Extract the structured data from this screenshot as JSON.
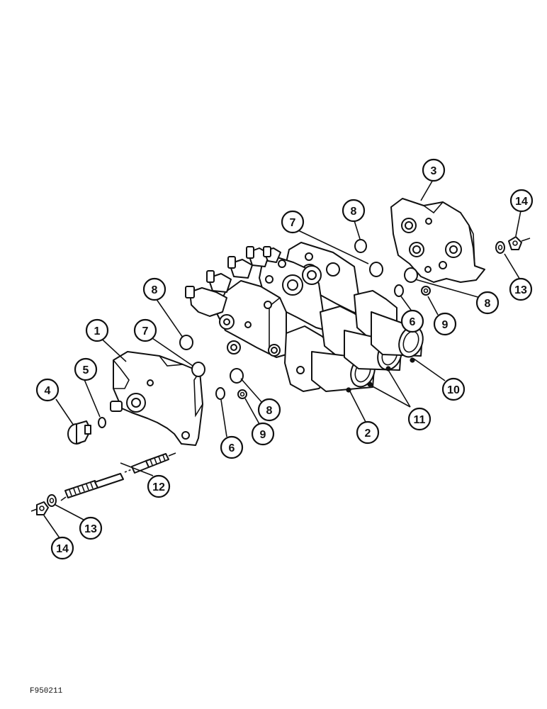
{
  "figure_id": "F950211",
  "callouts": [
    {
      "label": "1"
    },
    {
      "label": "2"
    },
    {
      "label": "3"
    },
    {
      "label": "4"
    },
    {
      "label": "5"
    },
    {
      "label": "6"
    },
    {
      "label": "6"
    },
    {
      "label": "7"
    },
    {
      "label": "7"
    },
    {
      "label": "8"
    },
    {
      "label": "8"
    },
    {
      "label": "8"
    },
    {
      "label": "8"
    },
    {
      "label": "9"
    },
    {
      "label": "9"
    },
    {
      "label": "10"
    },
    {
      "label": "11"
    },
    {
      "label": "12"
    },
    {
      "label": "13"
    },
    {
      "label": "13"
    },
    {
      "label": "14"
    },
    {
      "label": "14"
    }
  ],
  "colors": {
    "ink": "#111111",
    "paper": "#ffffff"
  }
}
